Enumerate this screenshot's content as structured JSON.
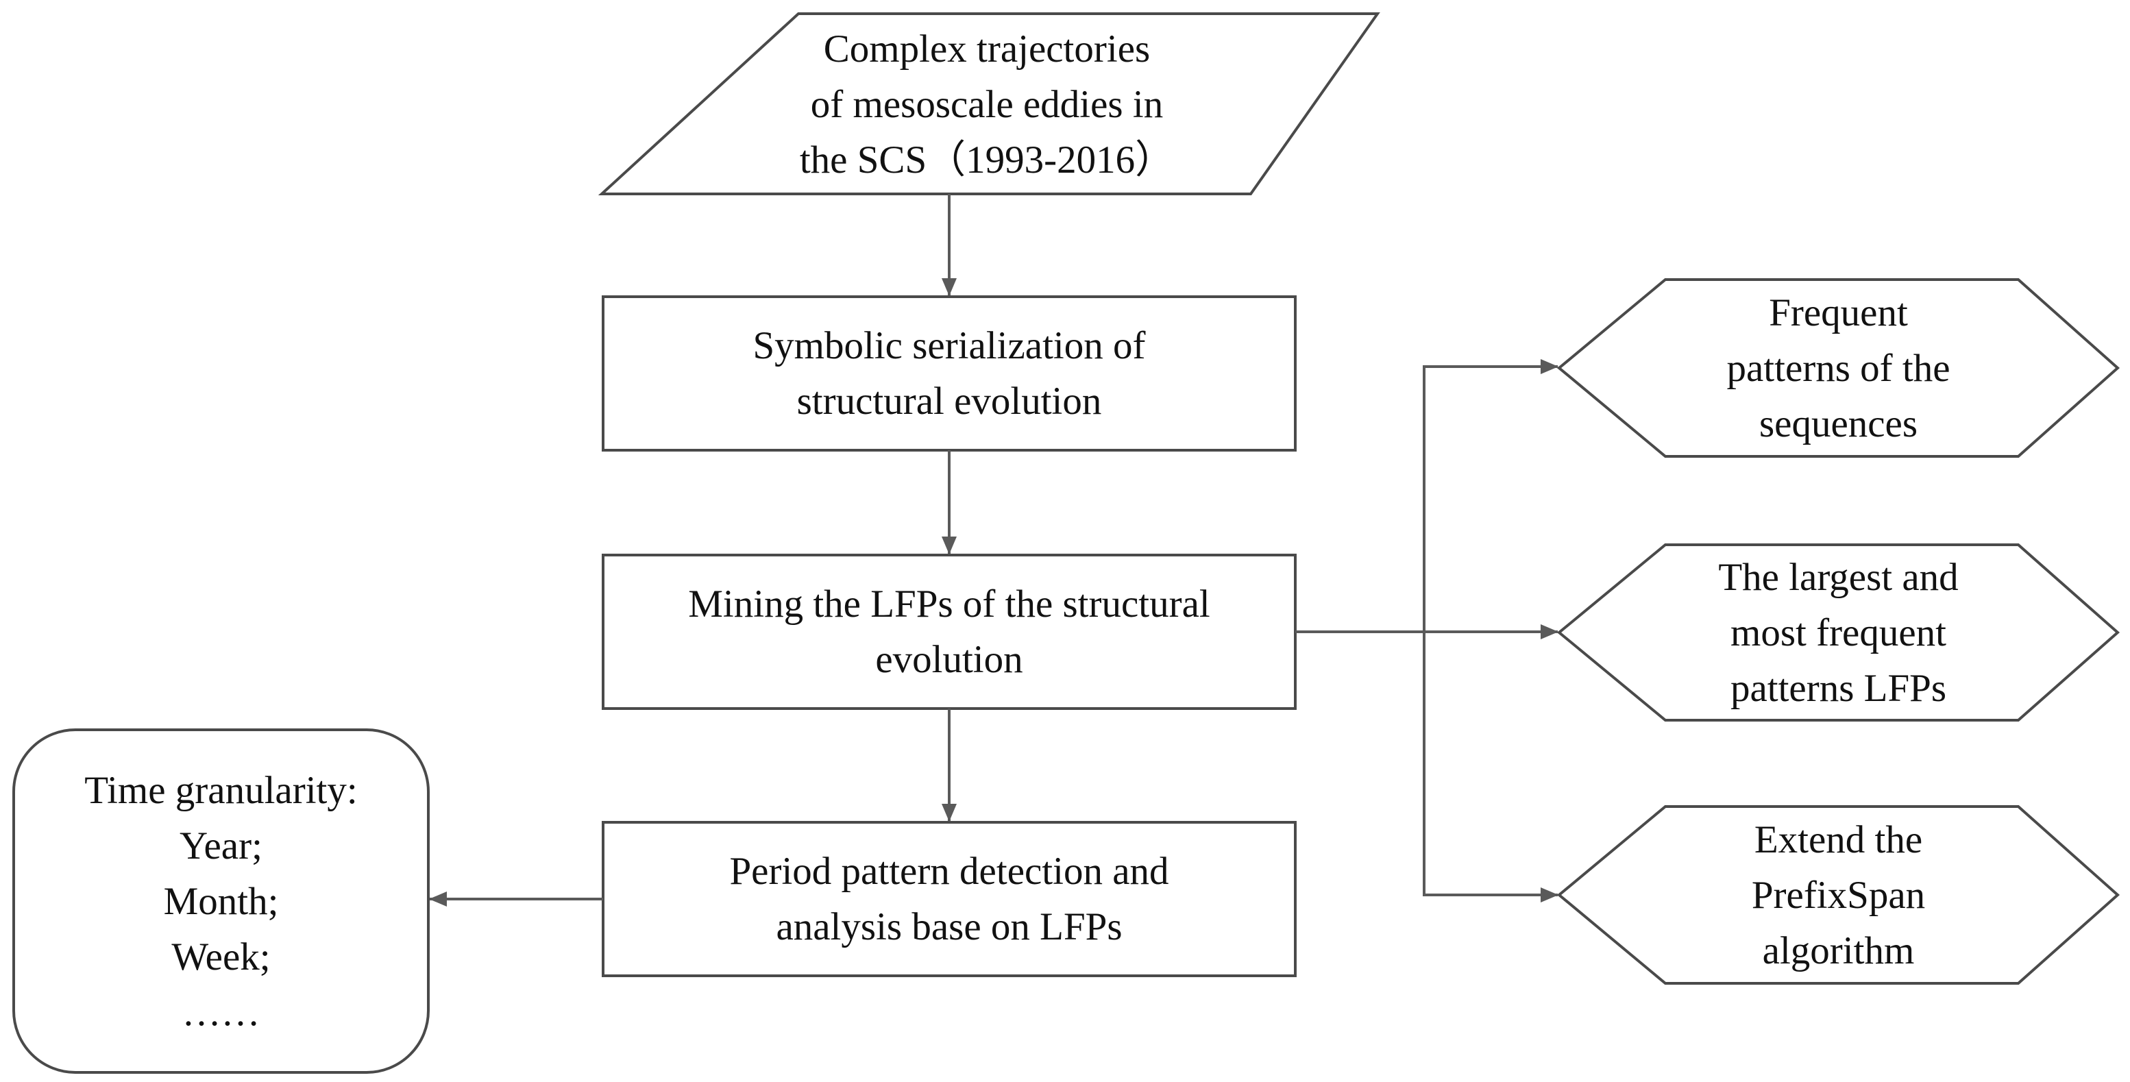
{
  "nodes": {
    "input": "Complex trajectories\nof mesoscale eddies in\nthe SCS（1993-2016）",
    "step1": "Symbolic serialization of\nstructural evolution",
    "step2": "Mining the LFPs of the structural\nevolution",
    "step3": "Period pattern detection and\nanalysis base on LFPs",
    "granularity": "Time granularity:\nYear;\nMonth;\nWeek;\n……",
    "out1": "Frequent\npatterns of the\nsequences",
    "out2": "The largest and\nmost frequent\npatterns LFPs",
    "out3": "Extend the\nPrefixSpan\nalgorithm"
  },
  "colors": {
    "stroke": "#4a4a4a",
    "text": "#111111",
    "background": "#ffffff"
  }
}
